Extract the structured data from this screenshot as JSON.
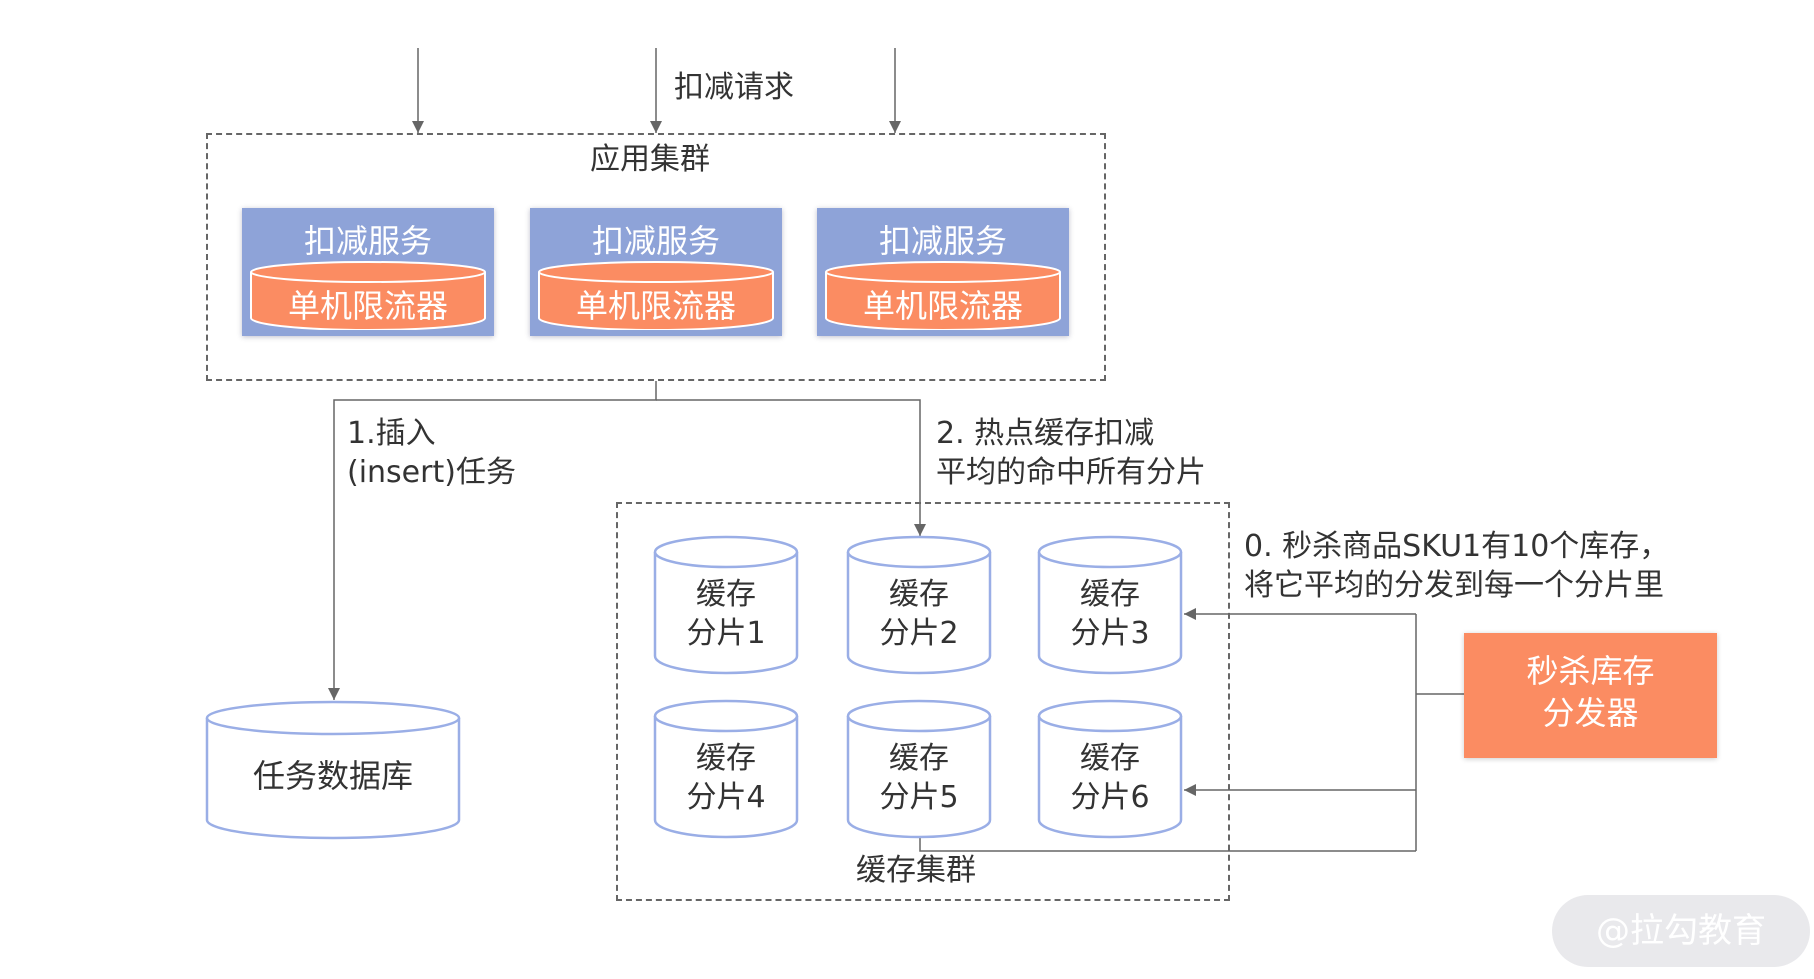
{
  "request_label": "扣减请求",
  "app_cluster": {
    "title": "应用集群",
    "services": [
      {
        "title": "扣减服务",
        "limiter": "单机限流器"
      },
      {
        "title": "扣减服务",
        "limiter": "单机限流器"
      },
      {
        "title": "扣减服务",
        "limiter": "单机限流器"
      }
    ]
  },
  "step1": {
    "line1": "1.插入",
    "line2": "(insert)任务"
  },
  "step2": {
    "line1": "2. 热点缓存扣减",
    "line2": "平均的命中所有分片"
  },
  "step0": {
    "line1": "0. 秒杀商品SKU1有10个库存，",
    "line2": "将它平均的分发到每一个分片里"
  },
  "task_db": "任务数据库",
  "cache_cluster": {
    "title": "缓存集群",
    "shards": [
      {
        "line1": "缓存",
        "line2": "分片1"
      },
      {
        "line1": "缓存",
        "line2": "分片2"
      },
      {
        "line1": "缓存",
        "line2": "分片3"
      },
      {
        "line1": "缓存",
        "line2": "分片4"
      },
      {
        "line1": "缓存",
        "line2": "分片5"
      },
      {
        "line1": "缓存",
        "line2": "分片6"
      }
    ]
  },
  "dispatcher": {
    "line1": "秒杀库存",
    "line2": "分发器"
  },
  "watermark": "@拉勾教育",
  "colors": {
    "service_blue": "#8ea3d8",
    "limiter_orange": "#fb8c62",
    "cylinder_border": "#9aaee6",
    "line_gray": "#666666"
  }
}
